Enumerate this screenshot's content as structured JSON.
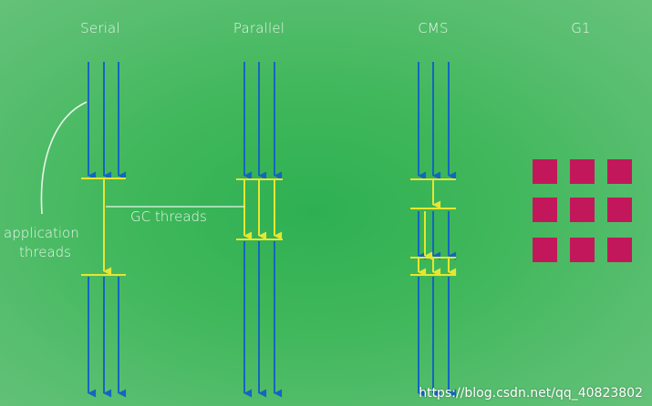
{
  "columns": [
    "Serial",
    "Parallel",
    "CMS",
    "G1"
  ],
  "labels": {
    "gc_threads": "GC threads",
    "application_line1": "application",
    "application_line2": "threads"
  },
  "watermark": "https://blog.csdn.net/qq_40823802",
  "colors": {
    "application_thread": "#1565c0",
    "gc_thread": "#e6e632",
    "g1_region": "#c2185b",
    "annotation_line": "#e8f6ea"
  },
  "g1_regions": {
    "rows": 3,
    "cols": 3
  }
}
